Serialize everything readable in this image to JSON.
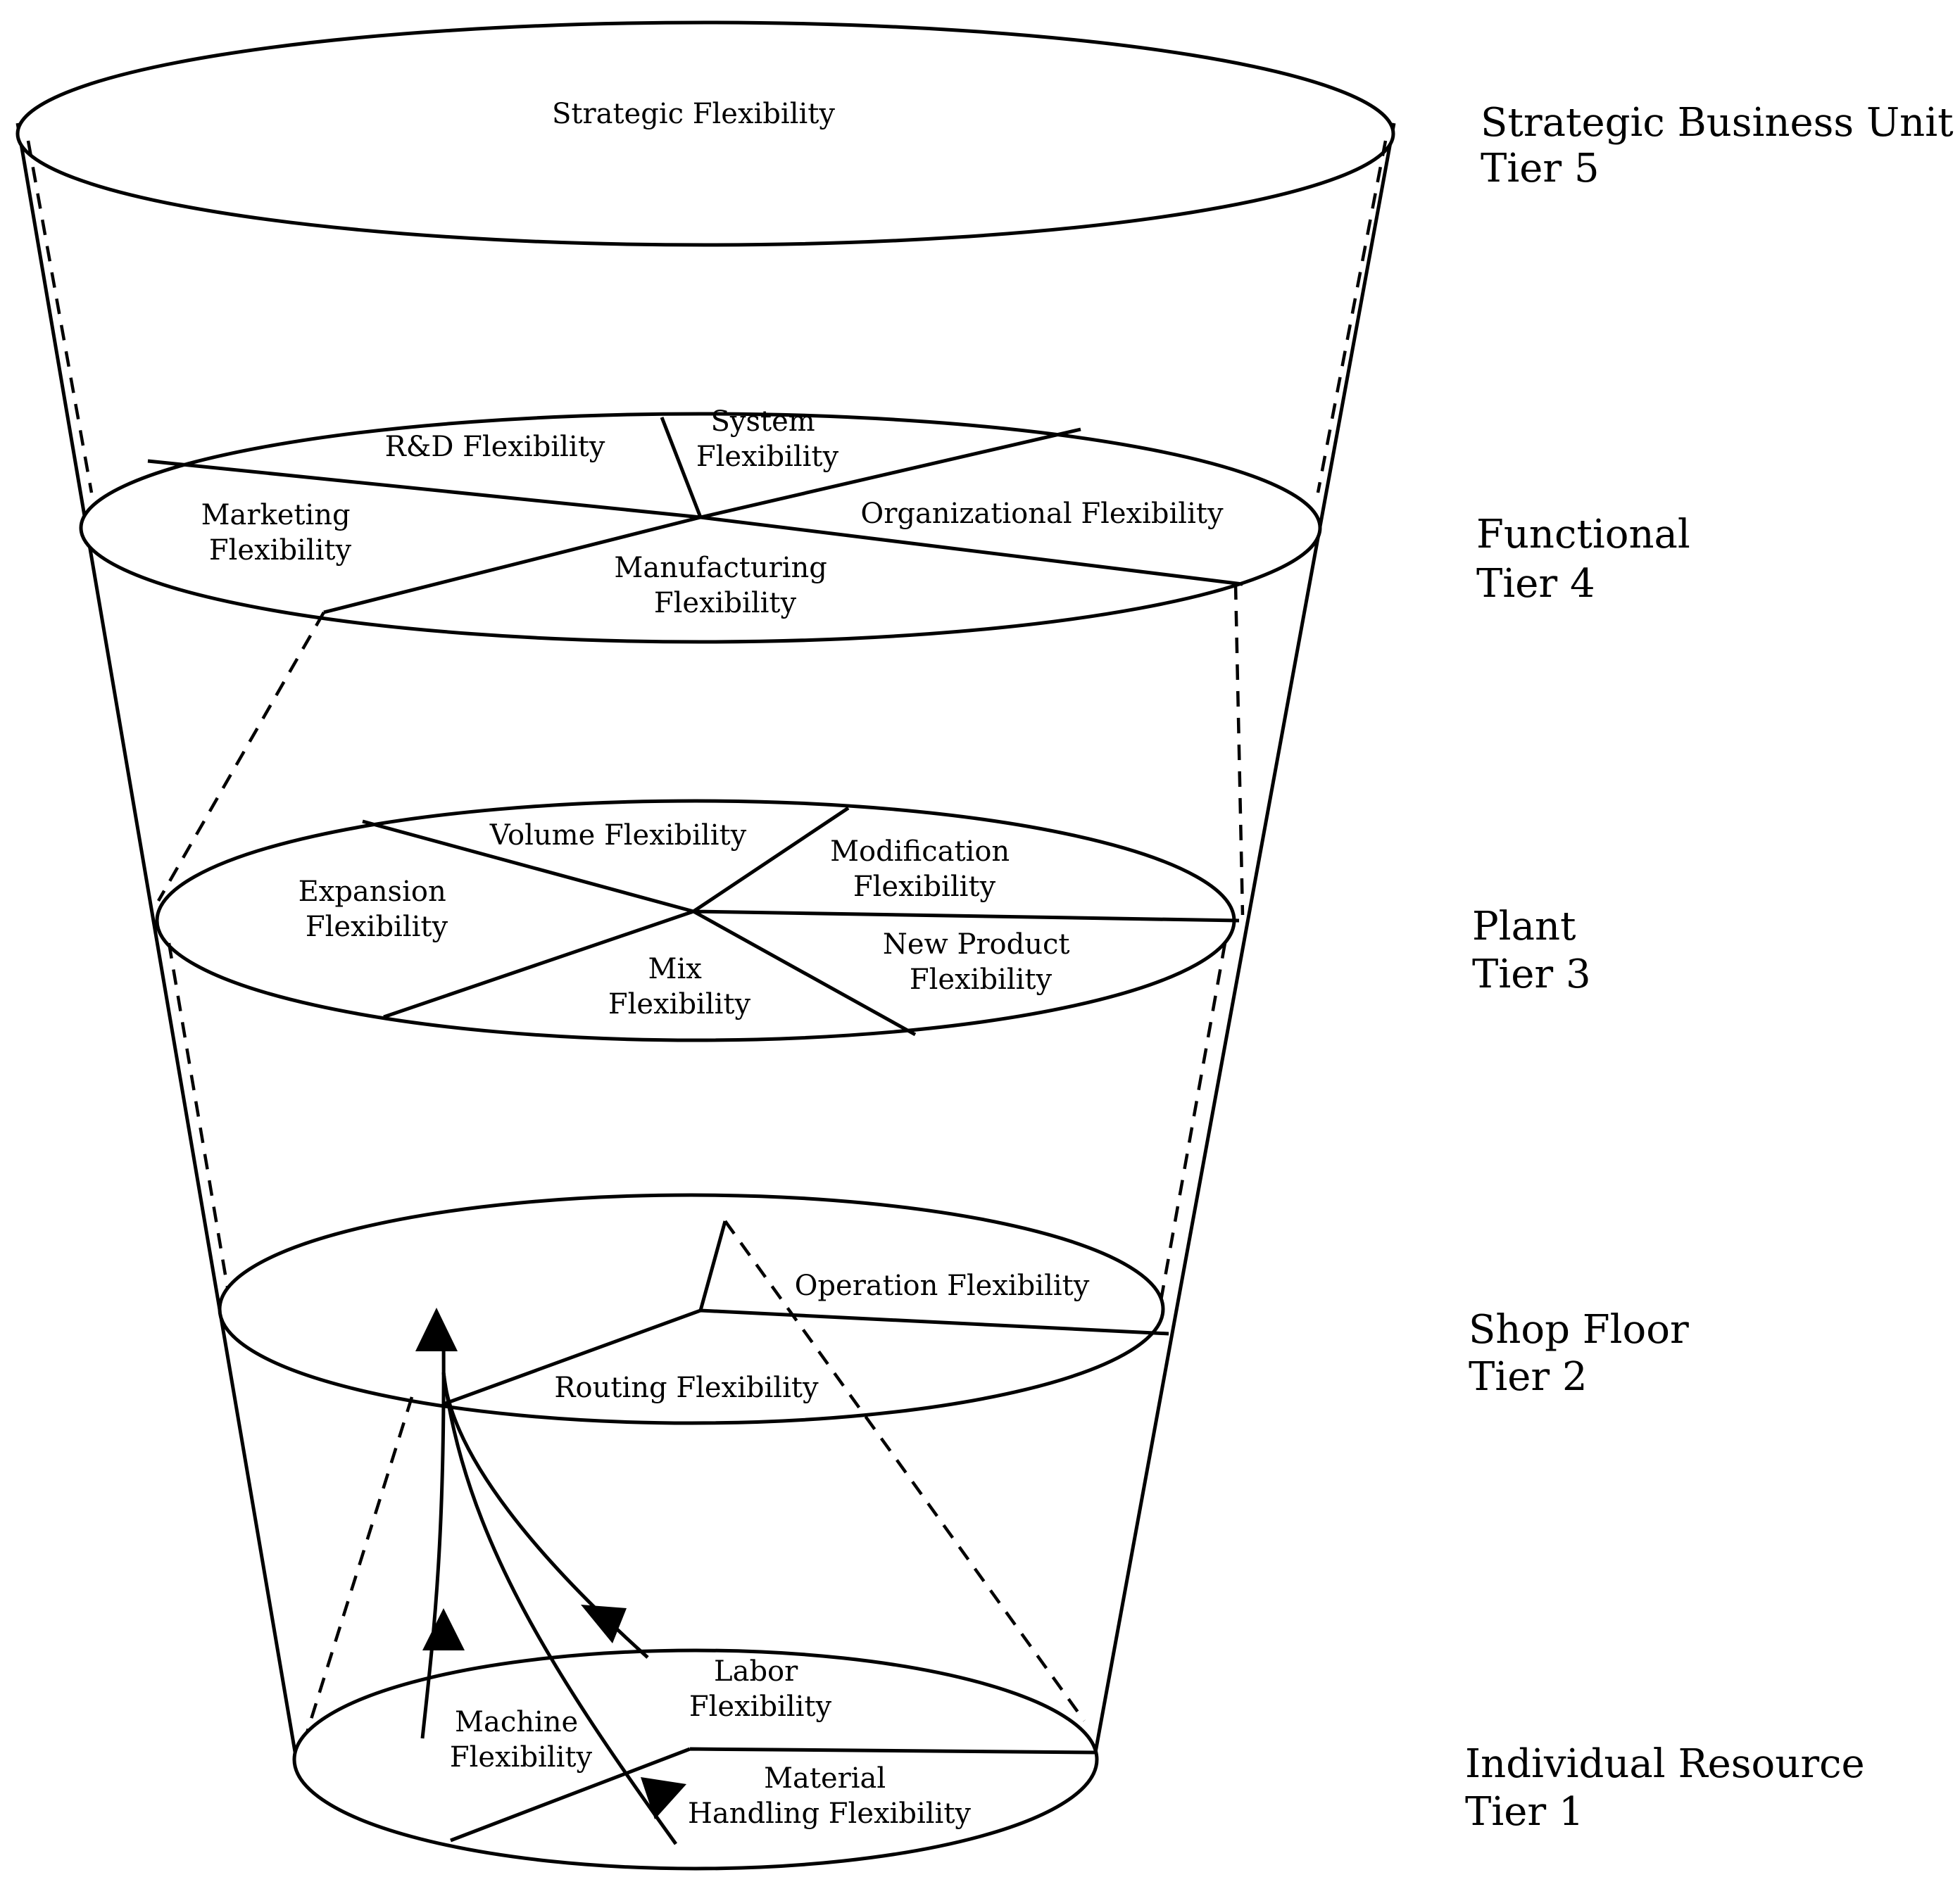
{
  "tiers": [
    {
      "name": "Strategic Business Unit",
      "tier": "Tier 5"
    },
    {
      "name": "Functional",
      "tier": "Tier 4"
    },
    {
      "name": "Plant",
      "tier": "Tier 3"
    },
    {
      "name": "Shop Floor",
      "tier": "Tier 2"
    },
    {
      "name": "Individual Resource",
      "tier": "Tier 1"
    }
  ],
  "tier5": {
    "strategic": "Strategic Flexibility"
  },
  "tier4": {
    "rd": "R&D Flexibility",
    "system": [
      "System",
      "Flexibility"
    ],
    "marketing": [
      "Marketing",
      "Flexibility"
    ],
    "organizational": "Organizational Flexibility",
    "manufacturing": [
      "Manufacturing",
      "Flexibility"
    ]
  },
  "tier3": {
    "volume": "Volume Flexibility",
    "modification": [
      "Modification",
      "Flexibility"
    ],
    "expansion": [
      "Expansion",
      "Flexibility"
    ],
    "new_product": [
      "New Product",
      "Flexibility"
    ],
    "mix": [
      "Mix",
      "Flexibility"
    ]
  },
  "tier2": {
    "operation": "Operation Flexibility",
    "routing": "Routing Flexibility"
  },
  "tier1": {
    "labor": [
      "Labor",
      "Flexibility"
    ],
    "machine": [
      "Machine",
      "Flexibility"
    ],
    "material": [
      "Material",
      "Handling Flexibility"
    ]
  }
}
